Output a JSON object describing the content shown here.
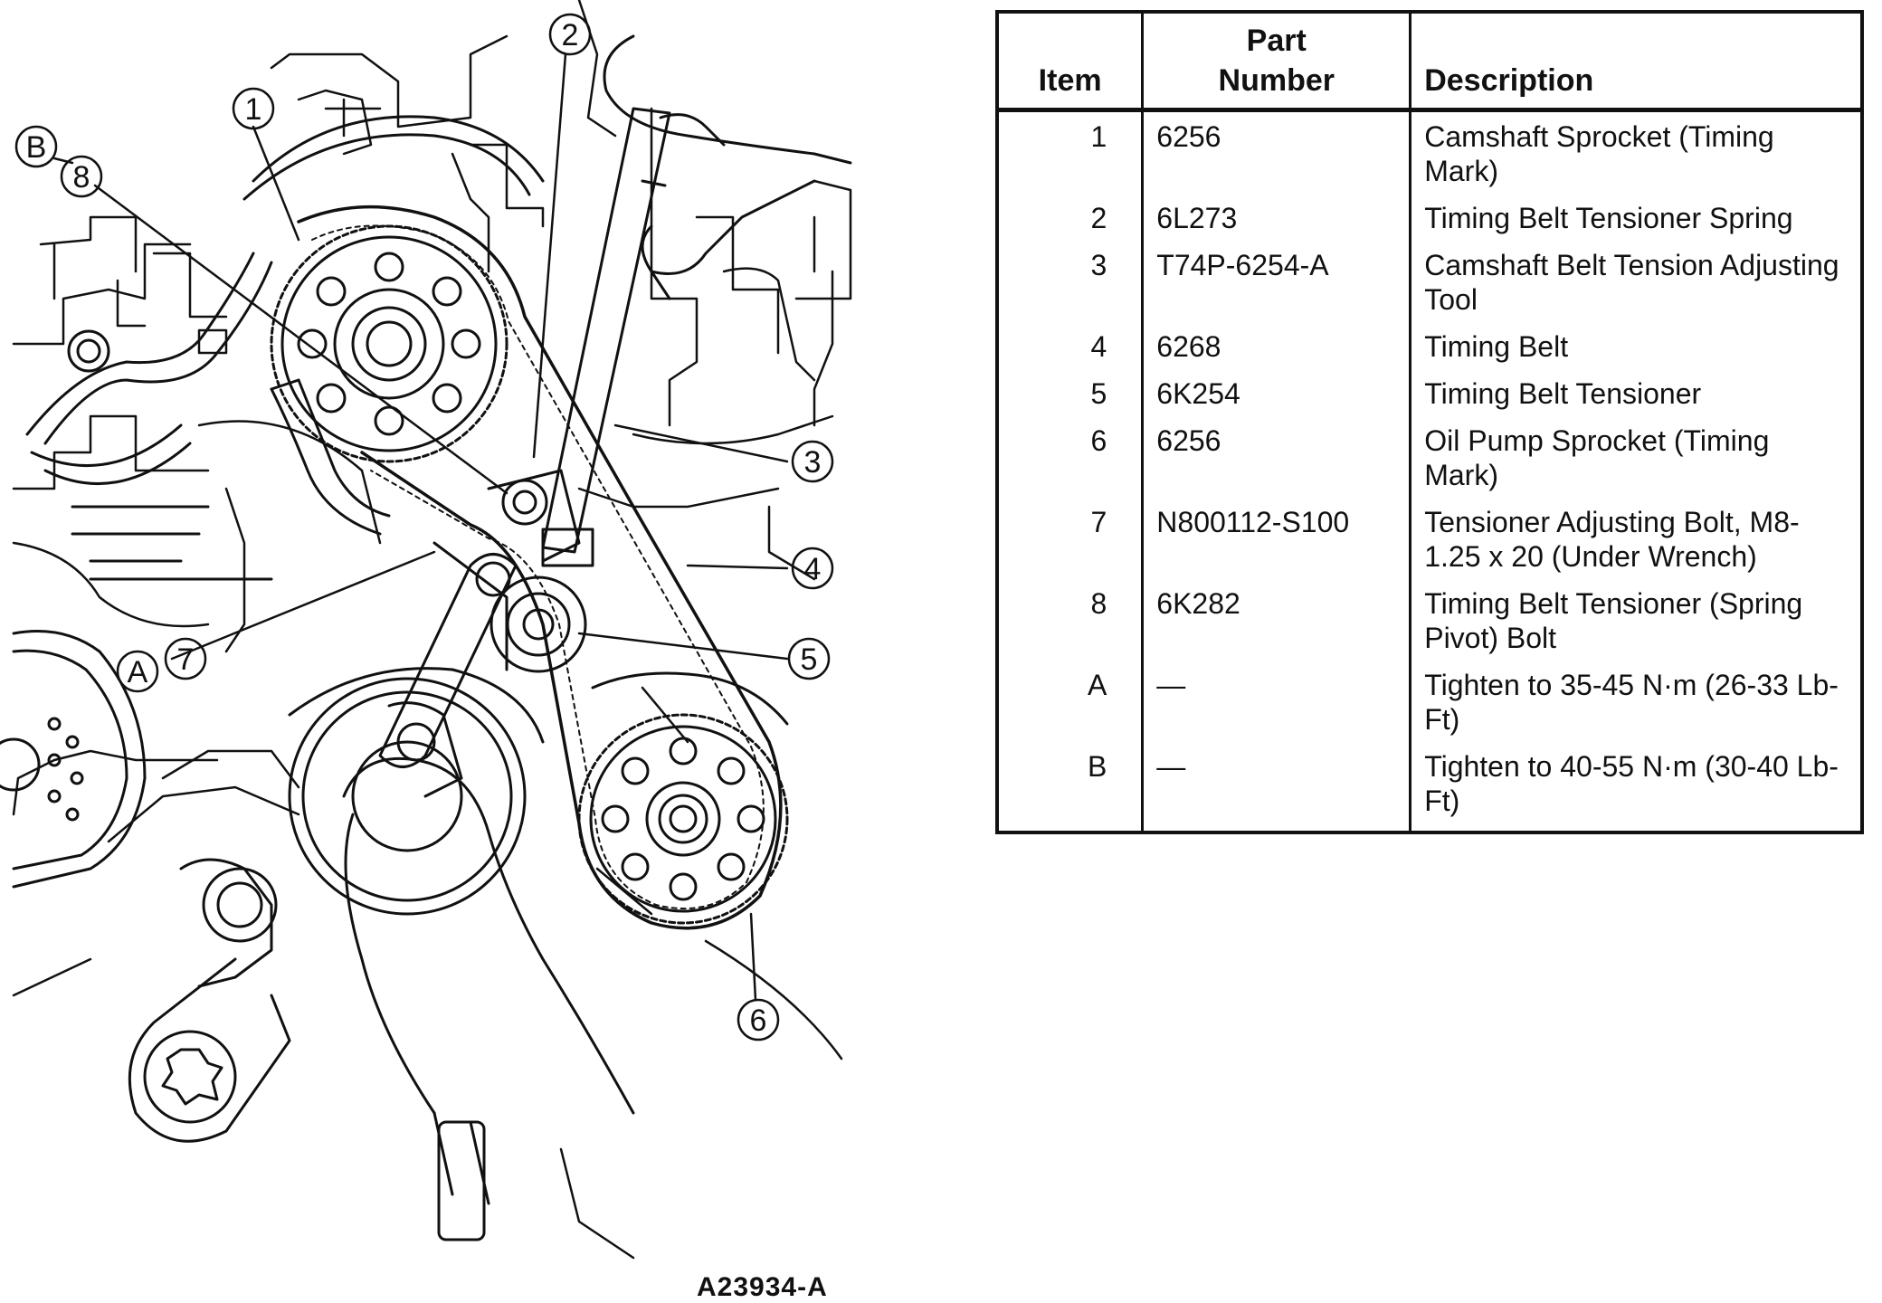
{
  "figure": {
    "id": "A23934-A",
    "callouts": [
      "1",
      "2",
      "3",
      "4",
      "5",
      "6",
      "7",
      "8",
      "A",
      "B"
    ]
  },
  "table": {
    "headers": {
      "item": "Item",
      "part_line1": "Part",
      "part_line2": "Number",
      "description": "Description"
    },
    "rows": [
      {
        "item": "1",
        "part": "6256",
        "desc": "Camshaft Sprocket (Timing Mark)"
      },
      {
        "item": "2",
        "part": "6L273",
        "desc": "Timing Belt Tensioner Spring"
      },
      {
        "item": "3",
        "part": "T74P-6254-A",
        "desc": "Camshaft Belt Tension Adjusting Tool"
      },
      {
        "item": "4",
        "part": "6268",
        "desc": "Timing Belt"
      },
      {
        "item": "5",
        "part": "6K254",
        "desc": "Timing Belt Tensioner"
      },
      {
        "item": "6",
        "part": "6256",
        "desc": "Oil Pump Sprocket (Timing Mark)"
      },
      {
        "item": "7",
        "part": "N800112-S100",
        "desc": "Tensioner Adjusting Bolt, M8-1.25 x 20 (Under Wrench)"
      },
      {
        "item": "8",
        "part": "6K282",
        "desc": "Timing Belt Tensioner (Spring Pivot) Bolt"
      },
      {
        "item": "A",
        "part": "—",
        "desc": "Tighten to 35-45 N·m (26-33 Lb-Ft)"
      },
      {
        "item": "B",
        "part": "—",
        "desc": "Tighten to 40-55 N·m (30-40 Lb-Ft)"
      }
    ]
  }
}
